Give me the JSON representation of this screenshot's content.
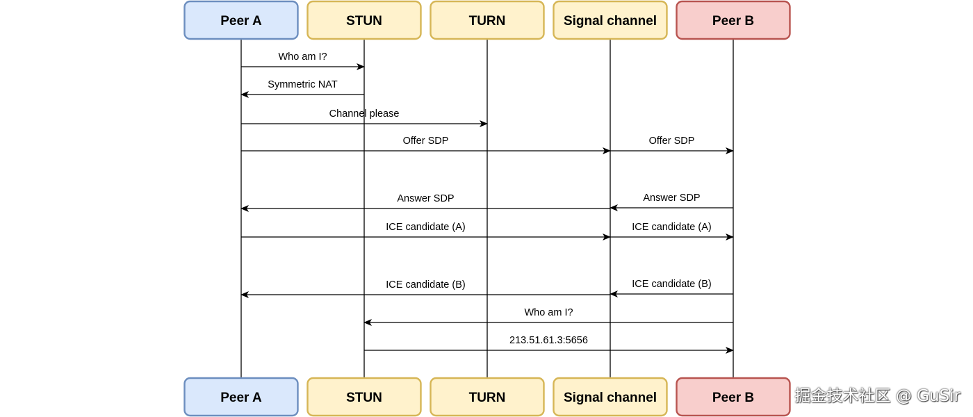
{
  "participants": [
    {
      "id": "peer-a",
      "label": "Peer A",
      "fill": "#dae8fc",
      "stroke": "#6c8ebf"
    },
    {
      "id": "stun",
      "label": "STUN",
      "fill": "#fff2cc",
      "stroke": "#d6b656"
    },
    {
      "id": "turn",
      "label": "TURN",
      "fill": "#fff2cc",
      "stroke": "#d6b656"
    },
    {
      "id": "signal-channel",
      "label": "Signal channel",
      "fill": "#fff2cc",
      "stroke": "#d6b656"
    },
    {
      "id": "peer-b",
      "label": "Peer B",
      "fill": "#f8cecc",
      "stroke": "#b85450"
    }
  ],
  "messages": [
    {
      "from": "peer-a",
      "to": "stun",
      "label": "Who am I?"
    },
    {
      "from": "stun",
      "to": "peer-a",
      "label": "Symmetric NAT"
    },
    {
      "from": "peer-a",
      "to": "turn",
      "label": "Channel please"
    },
    {
      "from": "peer-a",
      "to": "signal-channel",
      "label": "Offer SDP"
    },
    {
      "from": "signal-channel",
      "to": "peer-b",
      "label": "Offer SDP"
    },
    {
      "from": "signal-channel",
      "to": "peer-a",
      "label": "Answer SDP"
    },
    {
      "from": "peer-b",
      "to": "signal-channel",
      "label": "Answer SDP"
    },
    {
      "from": "peer-a",
      "to": "signal-channel",
      "label": "ICE candidate (A)"
    },
    {
      "from": "signal-channel",
      "to": "peer-b",
      "label": "ICE candidate (A)"
    },
    {
      "from": "signal-channel",
      "to": "peer-a",
      "label": "ICE candidate (B)"
    },
    {
      "from": "peer-b",
      "to": "signal-channel",
      "label": "ICE candidate (B)"
    },
    {
      "from": "peer-b",
      "to": "stun",
      "label": "Who am I?"
    },
    {
      "from": "stun",
      "to": "peer-b",
      "label": "213.51.61.3:5656"
    }
  ],
  "watermark": "掘金技术社区 @ GuSir"
}
